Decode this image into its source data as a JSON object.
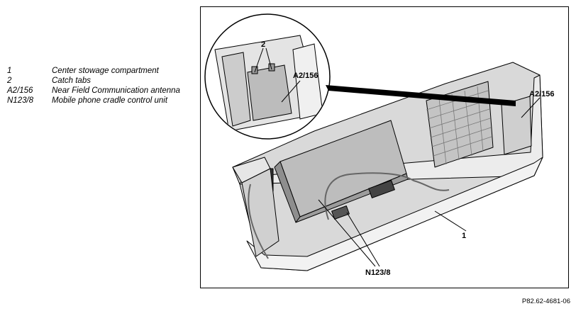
{
  "legend": [
    {
      "key": "1",
      "desc": "Center stowage compartment"
    },
    {
      "key": "2",
      "desc": "Catch tabs"
    },
    {
      "key": "A2/156",
      "desc": "Near Field Communication antenna"
    },
    {
      "key": "N123/8",
      "desc": "Mobile phone cradle control unit"
    }
  ],
  "figure": {
    "callouts": {
      "tabs": "2",
      "antenna_detail": "A2/156",
      "antenna_main": "A2/156",
      "compartment": "1",
      "control_unit": "N123/8"
    },
    "code": "P82.62-4681-06"
  }
}
